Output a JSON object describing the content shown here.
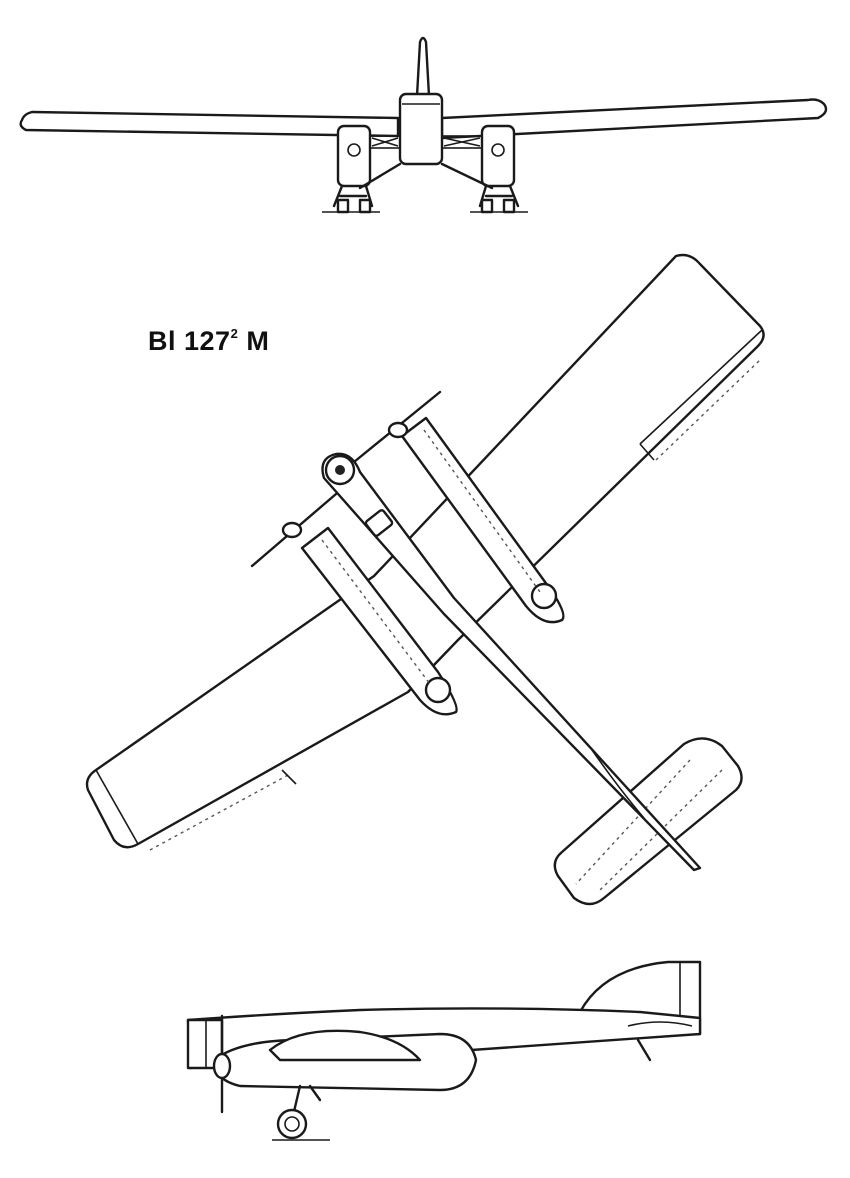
{
  "designation": {
    "main": "Bl 127",
    "superscript": "2",
    "suffix": "M"
  }
}
